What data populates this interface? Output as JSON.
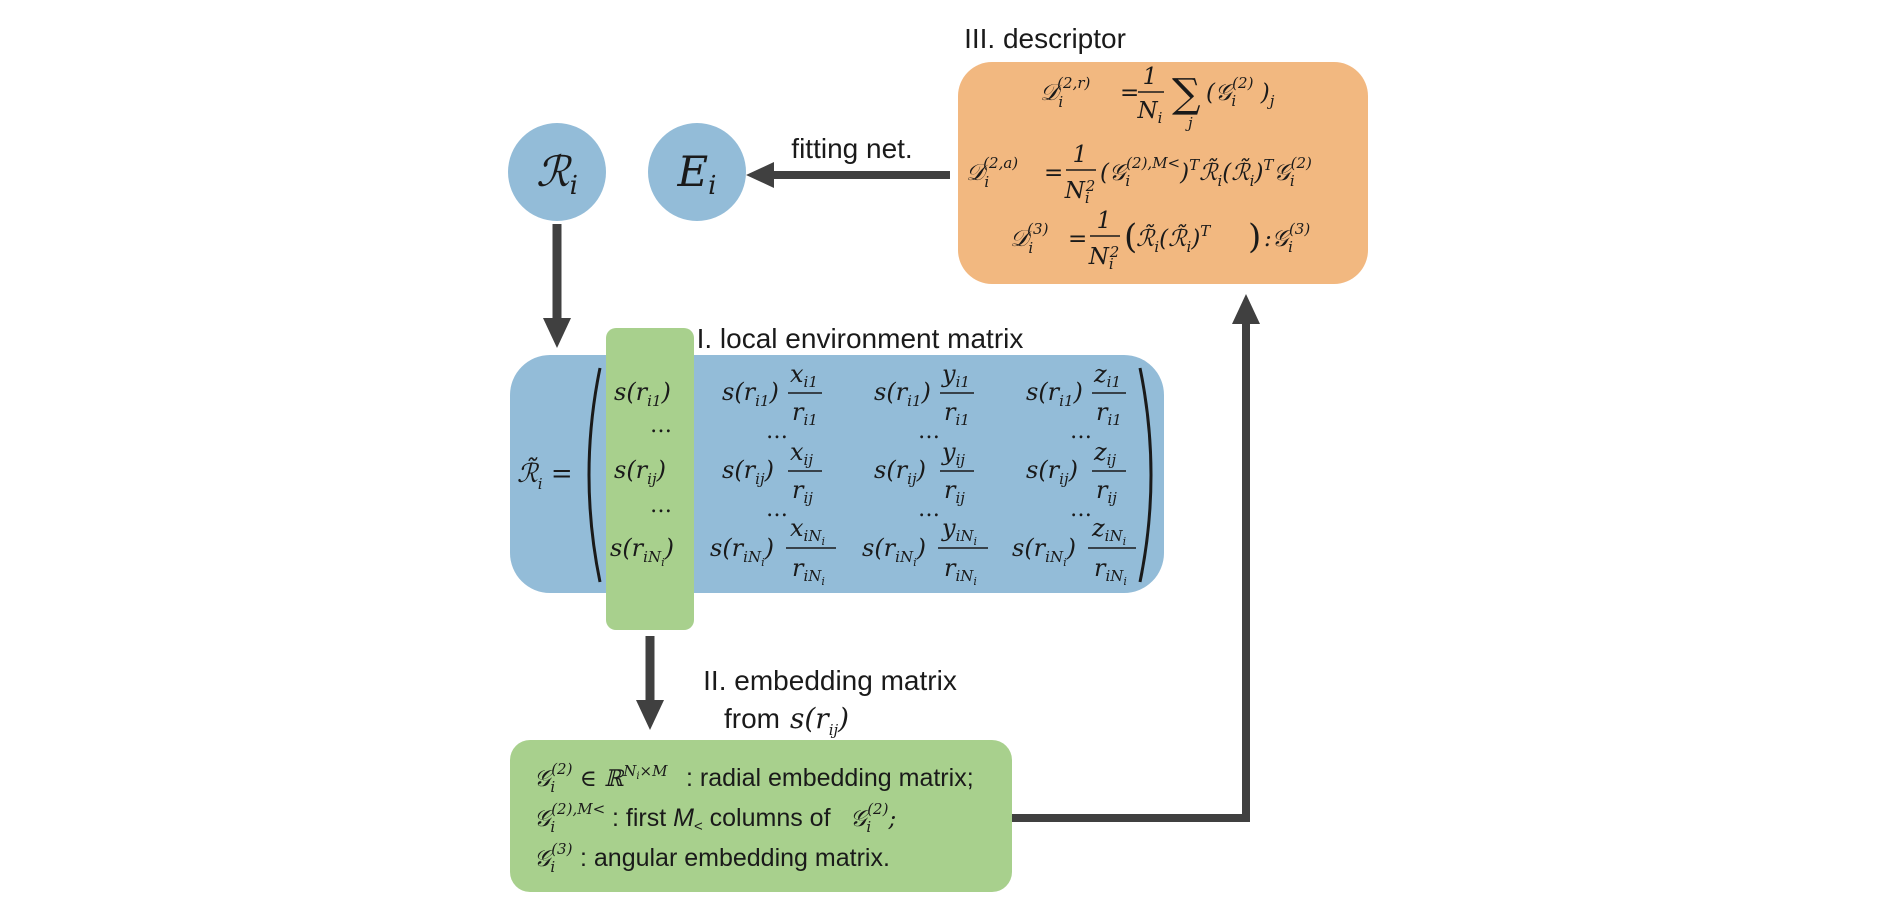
{
  "colors": {
    "node": "#93BCD8",
    "env_box": "#93BCD8",
    "column_highlight": "#A8D08D",
    "embedding_box": "#A8D08D",
    "descriptor_box": "#F2B880",
    "arrow": "#404040"
  },
  "nodes": {
    "input_label": "ℛi",
    "output_label": "Ei"
  },
  "labels": {
    "fitting": "fitting net.",
    "descriptor_title": "III. descriptor",
    "env_title": "I. local environment matrix",
    "embed_title_1": "II. embedding matrix",
    "embed_title_2_prefix": "from",
    "embed_title_2_math": "s(rij)"
  },
  "env_matrix": {
    "lhs": "ℛ̃i =",
    "rows": [
      [
        "s(ri1)",
        "s(ri1) xi1/ri1",
        "s(ri1) yi1/ri1",
        "s(ri1) zi1/ri1"
      ],
      [
        "s(rij)",
        "s(rij) xij/rij",
        "s(rij) yij/rij",
        "s(rij) zij/rij"
      ],
      [
        "s(riNi)",
        "s(riNi) xiNi/riNi",
        "s(riNi) yiNi/riNi",
        "s(riNi) ziNi/riNi"
      ]
    ],
    "ellipsis": "…"
  },
  "embedding": {
    "line1": "𝒢i(2) ∈ ℝNi×M: radial embedding matrix;",
    "line2": "𝒢i(2),M<: first M< columns of 𝒢i(2);",
    "line3": "𝒢i(3): angular embedding matrix."
  },
  "descriptor": {
    "eq1": "𝒟i(2,r) = (1/Ni) Σj (𝒢i(2))j",
    "eq2": "𝒟i(2,a) = (1/Ni²) (𝒢i(2),M<)T ℛ̃i (ℛ̃i)T 𝒢i(2)",
    "eq3": "𝒟i(3) = (1/Ni²) (ℛ̃i (ℛ̃i)T) : 𝒢i(3)"
  }
}
